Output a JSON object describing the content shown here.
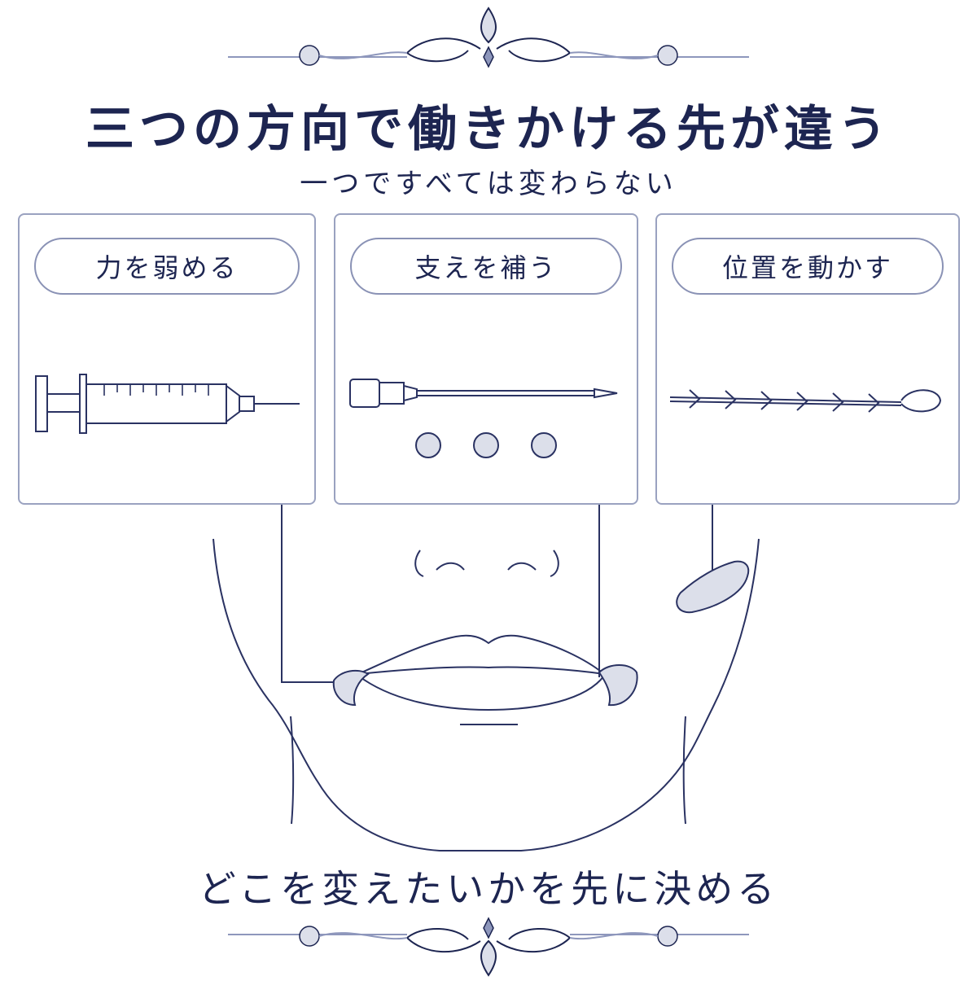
{
  "title": "三つの方向で働きかける先が違う",
  "subtitle": "一つですべては変わらない",
  "panels": [
    {
      "label": "力を弱める",
      "tool_icon": "syringe-icon"
    },
    {
      "label": "支えを補う",
      "tool_icon": "cannula-icon"
    },
    {
      "label": "位置を動かす",
      "tool_icon": "barbed-thread-icon"
    }
  ],
  "closing": "どこを変えたいかを先に決める",
  "colors": {
    "navy": "#1d2551",
    "border": "#9aa2c0",
    "fill": "#dcdfea"
  }
}
